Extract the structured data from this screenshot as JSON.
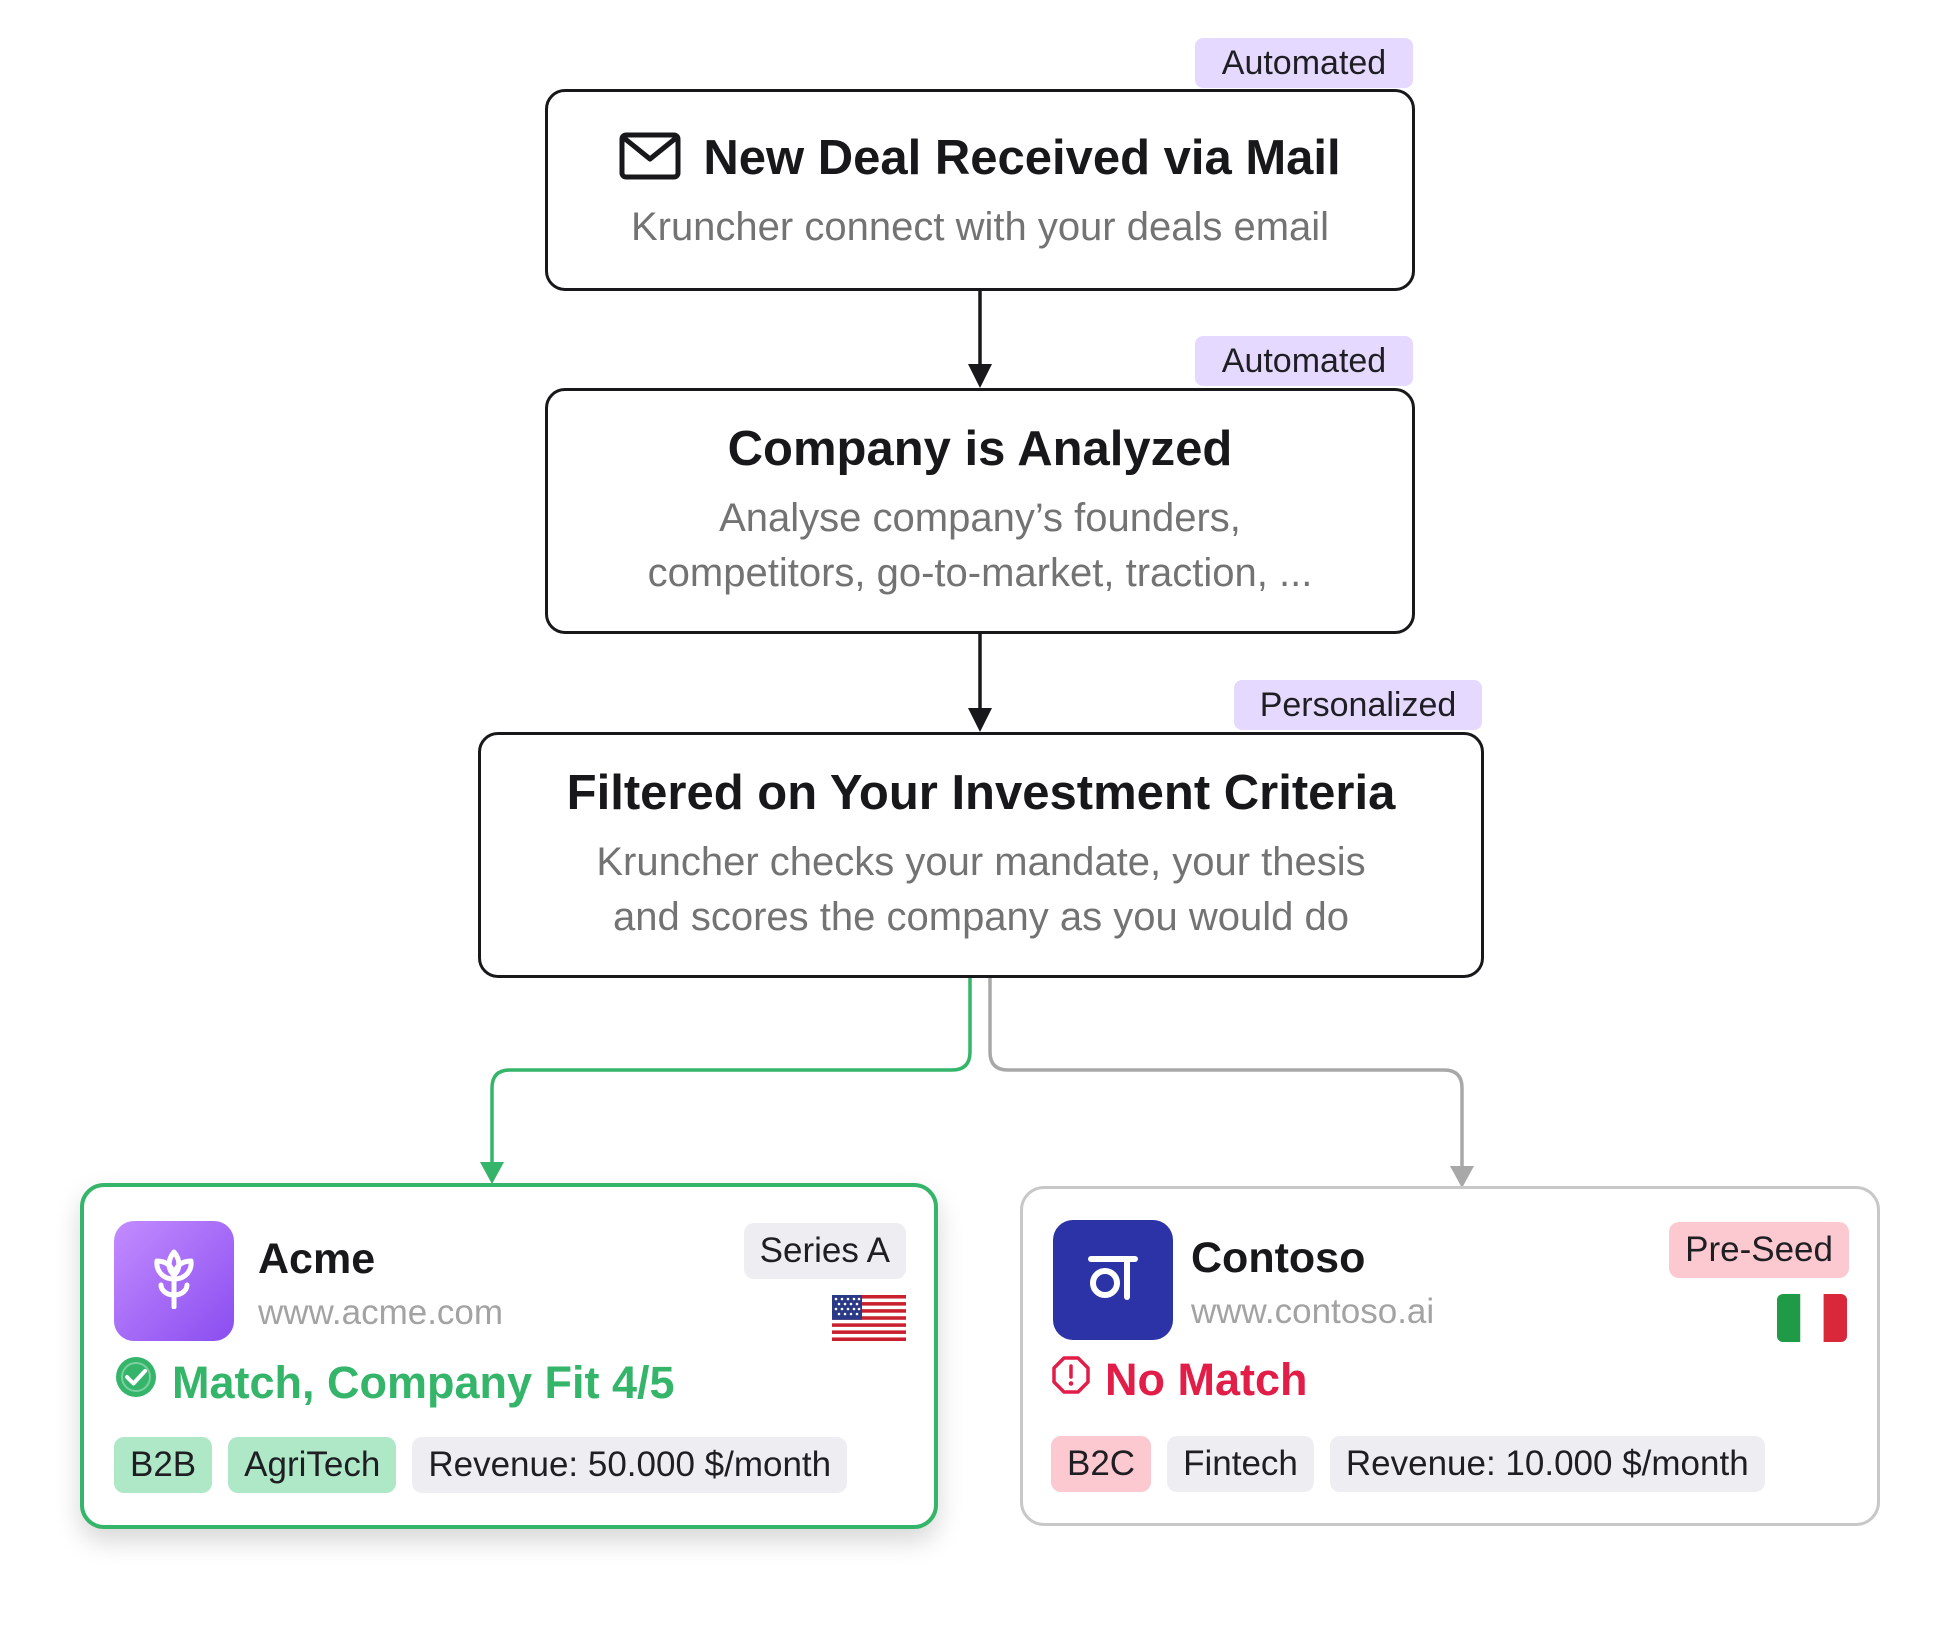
{
  "steps": [
    {
      "tag": "Automated",
      "title": "New Deal Received via Mail",
      "desc": "Kruncher connect with your deals email"
    },
    {
      "tag": "Automated",
      "title": "Company is Analyzed",
      "desc_lines": [
        "Analyse company’s founders,",
        "competitors, go-to-market, traction, ..."
      ]
    },
    {
      "tag": "Personalized",
      "title": "Filtered on Your Investment Criteria",
      "desc_lines": [
        "Kruncher checks your mandate, your thesis",
        "and scores the company as you would do"
      ]
    }
  ],
  "colors": {
    "match_green": "#34b56a",
    "no_match_red": "#e11d48",
    "tag_purple": "#e6d9ff",
    "connector_gray": "#a8a8a8"
  },
  "companies": [
    {
      "name": "Acme",
      "url": "www.acme.com",
      "stage": "Series A",
      "flag_icon": "us-flag-icon",
      "status": "Match, Company Fit 4/5",
      "status_icon": "check-circle-icon",
      "chips": [
        "B2B",
        "AgriTech",
        "Revenue: 50.000 $/month"
      ],
      "logo_icon": "sprout-icon"
    },
    {
      "name": "Contoso",
      "url": "www.contoso.ai",
      "stage": "Pre-Seed",
      "flag_icon": "italy-flag-icon",
      "status": "No Match",
      "status_icon": "alert-octagon-icon",
      "chips": [
        "B2C",
        "Fintech",
        "Revenue: 10.000 $/month"
      ],
      "logo_icon": "contoso-logo-icon"
    }
  ]
}
